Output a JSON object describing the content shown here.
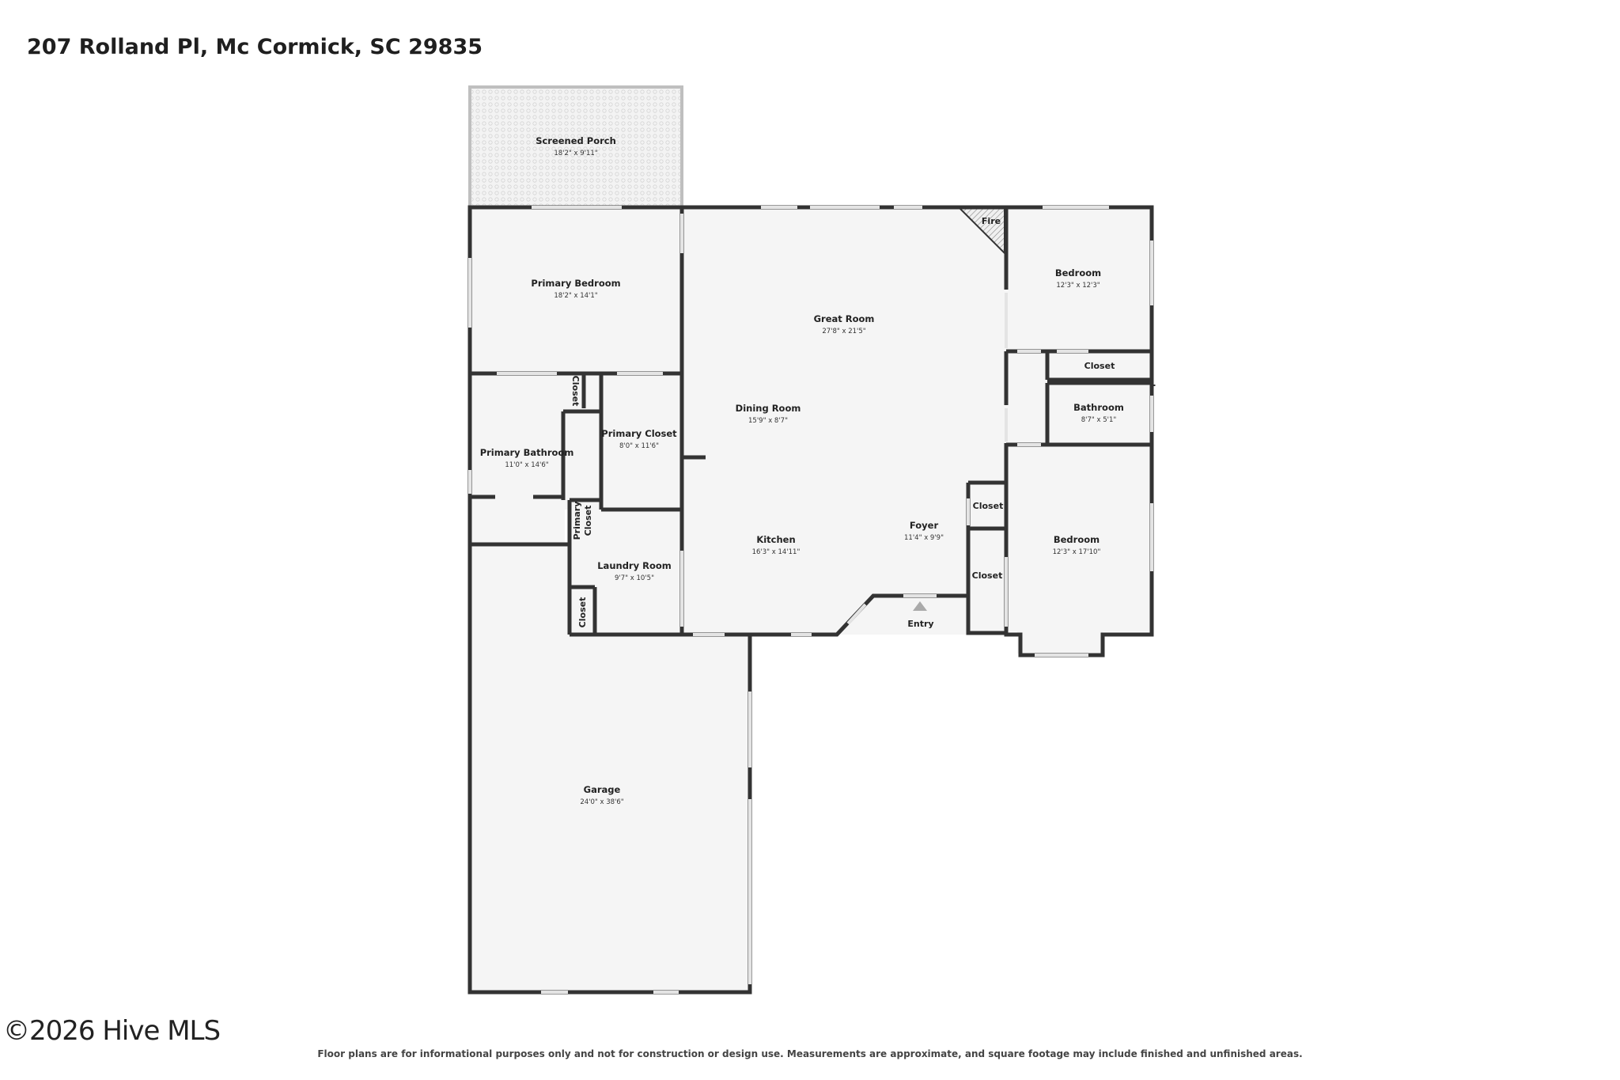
{
  "header": {
    "address": "207 Rolland Pl, Mc Cormick, SC 29835"
  },
  "rooms": {
    "screened_porch": {
      "name": "Screened Porch",
      "dim": "18'2\" x 9'11\""
    },
    "primary_bedroom": {
      "name": "Primary Bedroom",
      "dim": "18'2\" x 14'1\""
    },
    "great_room": {
      "name": "Great Room",
      "dim": "27'8\" x 21'5\""
    },
    "bedroom_1": {
      "name": "Bedroom",
      "dim": "12'3\" x 12'3\""
    },
    "closet_top": {
      "name": "Closet"
    },
    "bathroom": {
      "name": "Bathroom",
      "dim": "8'7\" x 5'1\""
    },
    "dining_room": {
      "name": "Dining Room",
      "dim": "15'9\" x 8'7\""
    },
    "primary_bathroom": {
      "name": "Primary Bathroom",
      "dim": "11'0\" x 14'6\""
    },
    "primary_closet": {
      "name": "Primary Closet",
      "dim": "8'0\" x 11'6\""
    },
    "closet_small": {
      "name": "Closet"
    },
    "primary_closet_2": {
      "line1": "Primary",
      "line2": "Closet"
    },
    "laundry_room": {
      "name": "Laundry Room",
      "dim": "9'7\" x 10'5\""
    },
    "closet_laundry": {
      "name": "Closet"
    },
    "kitchen": {
      "name": "Kitchen",
      "dim": "16'3\" x 14'11\""
    },
    "foyer": {
      "name": "Foyer",
      "dim": "11'4\" x 9'9\""
    },
    "closet_foyer_1": {
      "name": "Closet"
    },
    "closet_foyer_2": {
      "name": "Closet"
    },
    "bedroom_2": {
      "name": "Bedroom",
      "dim": "12'3\" x 17'10\""
    },
    "garage": {
      "name": "Garage",
      "dim": "24'0\" x 38'6\""
    },
    "fire": {
      "name": "Fire"
    },
    "entry": {
      "name": "Entry"
    }
  },
  "footer": {
    "disclaimer": "Floor plans are for informational purposes only and not for construction or design use. Measurements are approximate, and square footage may include finished and unfinished areas.",
    "watermark": "©2026 Hive MLS"
  },
  "colors": {
    "wall": "#333333",
    "floor": "#f5f5f5",
    "window": "#dddddd"
  }
}
